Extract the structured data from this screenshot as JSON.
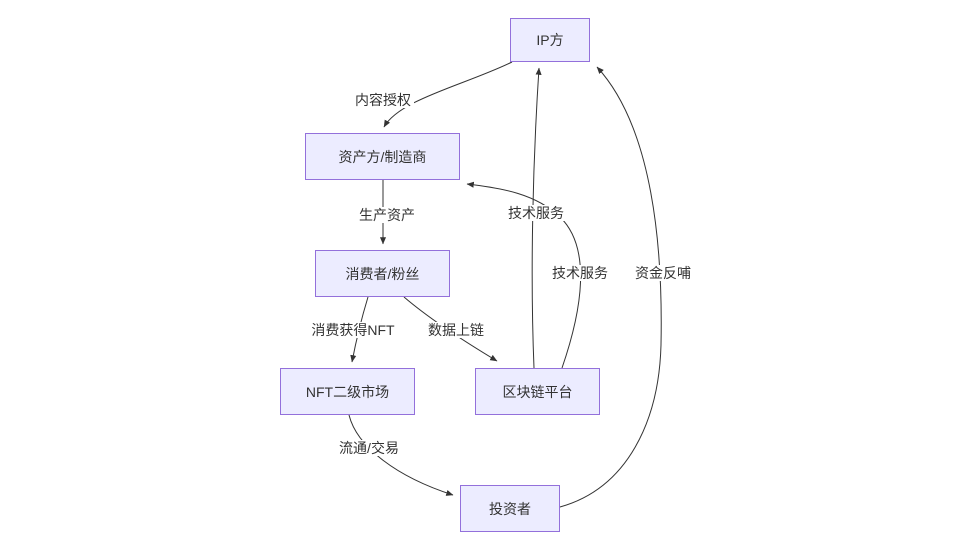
{
  "diagram": {
    "nodes": {
      "ip": {
        "label": "IP方"
      },
      "asset": {
        "label": "资产方/制造商"
      },
      "consumer": {
        "label": "消费者/粉丝"
      },
      "nft_market": {
        "label": "NFT二级市场"
      },
      "blockchain": {
        "label": "区块链平台"
      },
      "investor": {
        "label": "投资者"
      }
    },
    "edges": {
      "content_license": {
        "label": "内容授权",
        "from": "ip",
        "to": "asset"
      },
      "produce_assets": {
        "label": "生产资产",
        "from": "asset",
        "to": "consumer"
      },
      "consume_nft": {
        "label": "消费获得NFT",
        "from": "consumer",
        "to": "nft_market"
      },
      "data_onchain": {
        "label": "数据上链",
        "from": "consumer",
        "to": "blockchain"
      },
      "tech_service_to_ip": {
        "label": "技术服务",
        "from": "blockchain",
        "to": "ip"
      },
      "tech_service_to_asset": {
        "label": "技术服务",
        "from": "blockchain",
        "to": "asset"
      },
      "trade": {
        "label": "流通/交易",
        "from": "nft_market",
        "to": "investor"
      },
      "funds_feedback": {
        "label": "资金反哺",
        "from": "investor",
        "to": "ip"
      }
    },
    "colors": {
      "node_fill": "#ECECFF",
      "node_border": "#9370DB",
      "edge_line": "#333333",
      "text": "#333333"
    }
  }
}
